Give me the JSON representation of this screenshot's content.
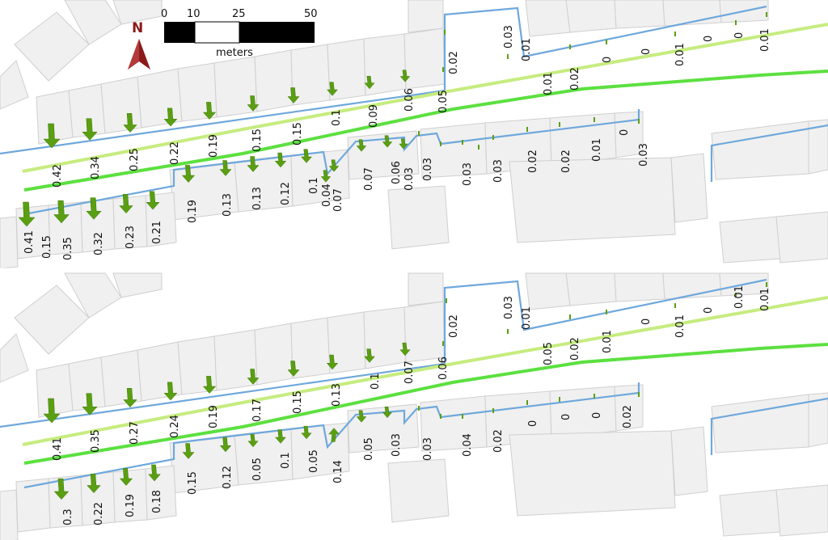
{
  "legend": {
    "north_label": "N",
    "scale_ticks": [
      "0",
      "10",
      "25",
      "50"
    ],
    "scale_unit": "meters"
  },
  "colors": {
    "building": "#f0f0f0",
    "wall": "#6fa8dc",
    "road_light": "#c6ec7f",
    "road_green": "#5ce040",
    "arrow": "#5a9f12",
    "north": "#8b1a1a"
  },
  "panels": [
    {
      "name": "top",
      "labels": [
        "0.42",
        "0.34",
        "0.25",
        "0.22",
        "0.19",
        "0.15",
        "0.15",
        "0.1",
        "0.09",
        "0.06",
        "0.05",
        "0.02",
        "0.03",
        "0.01",
        "0.01",
        "0.02",
        "0",
        "0",
        "0.01",
        "0",
        "0",
        "0.01",
        "0.41",
        "0.15",
        "0.35",
        "0.32",
        "0.23",
        "0.21",
        "0.19",
        "0.13",
        "0.13",
        "0.12",
        "0.1",
        "0.04",
        "0.07",
        "0.07",
        "0.06",
        "0.03",
        "0.03",
        "0.03",
        "0.03",
        "0.02",
        "0.02",
        "0.01",
        "0",
        "0.03"
      ]
    },
    {
      "name": "bottom",
      "labels": [
        "0.41",
        "0.35",
        "0.27",
        "0.24",
        "0.19",
        "0.17",
        "0.15",
        "0.13",
        "0.1",
        "0.07",
        "0.06",
        "0.02",
        "0.03",
        "0.01",
        "0.05",
        "0.02",
        "0.01",
        "0",
        "0.01",
        "0",
        "0.01",
        "0.01",
        "0.3",
        "0.22",
        "0.19",
        "0.18",
        "0.15",
        "0.12",
        "0.05",
        "0.1",
        "0.05",
        "0.14",
        "0.05",
        "0.03",
        "0.03",
        "0.04",
        "0.02",
        "0",
        "0",
        "0",
        "0.02"
      ]
    }
  ]
}
